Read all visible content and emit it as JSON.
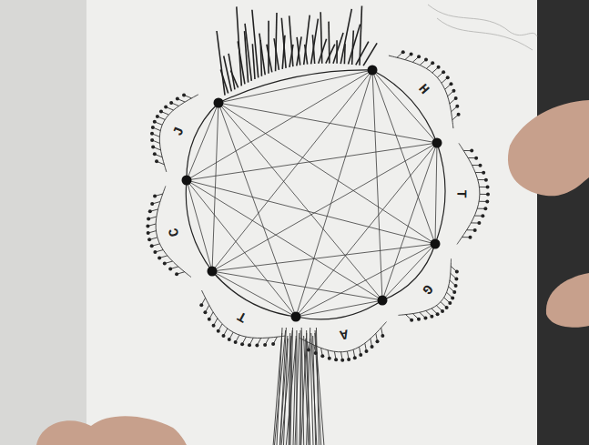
{
  "diagram": {
    "labels": [
      "H",
      "T",
      "G",
      "A",
      "T",
      "C",
      "J"
    ]
  }
}
